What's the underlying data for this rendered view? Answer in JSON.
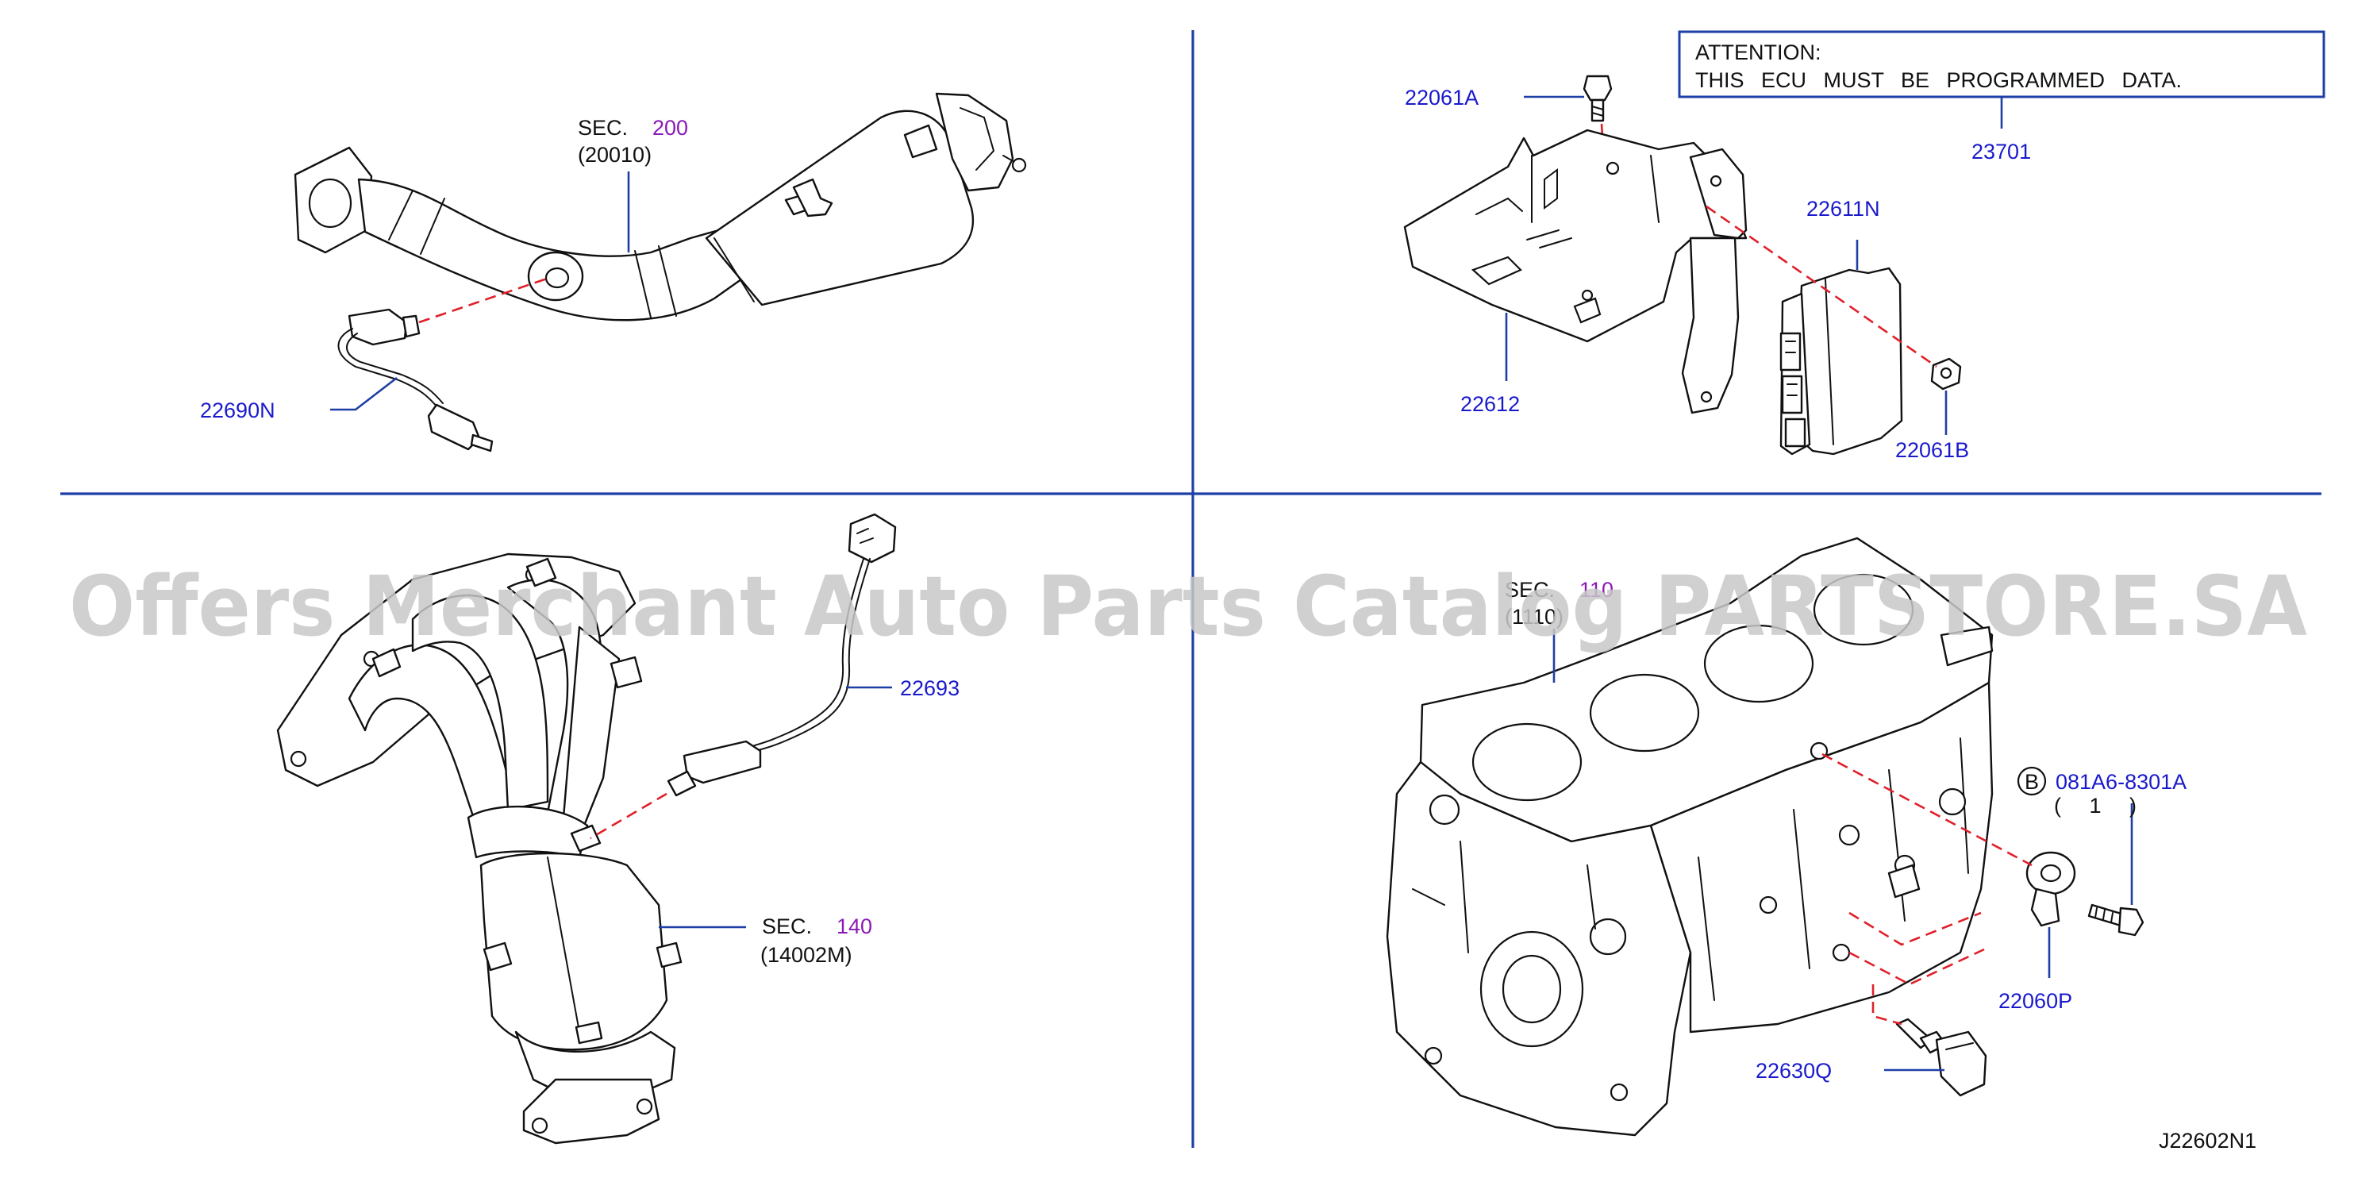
{
  "attention": {
    "heading": "ATTENTION:",
    "message": "THIS ECU MUST BE PROGRAMMED DATA."
  },
  "sections": {
    "top_left": {
      "sec_word": "SEC.",
      "sec_number": "200",
      "sec_code": "(20010)"
    },
    "bottom_left": {
      "sec_word": "SEC.",
      "sec_number": "140",
      "sec_code": "(14002M)"
    },
    "bottom_right": {
      "sec_word": "SEC.",
      "sec_number": "110",
      "sec_code": "(1110)"
    }
  },
  "parts": {
    "p22690N": "22690N",
    "p22061A": "22061A",
    "p23701": "23701",
    "p22611N": "22611N",
    "p22612": "22612",
    "p22061B": "22061B",
    "p22693": "22693",
    "p081A6": "081A6-8301A",
    "p081A6_qty": "( 1 )",
    "p081A6_marker": "B",
    "p22060P": "22060P",
    "p22630Q": "22630Q"
  },
  "diagram_code": "J22602N1",
  "watermark": "Offers Merchant Auto Parts Catalog PARTSTORE.SA",
  "colors": {
    "part_number": "#1a1acd",
    "leader": "#1e3fa5",
    "section_number": "#8a1ab8",
    "dashed_connector": "#e0202a",
    "watermark": "#c8c8c8"
  }
}
